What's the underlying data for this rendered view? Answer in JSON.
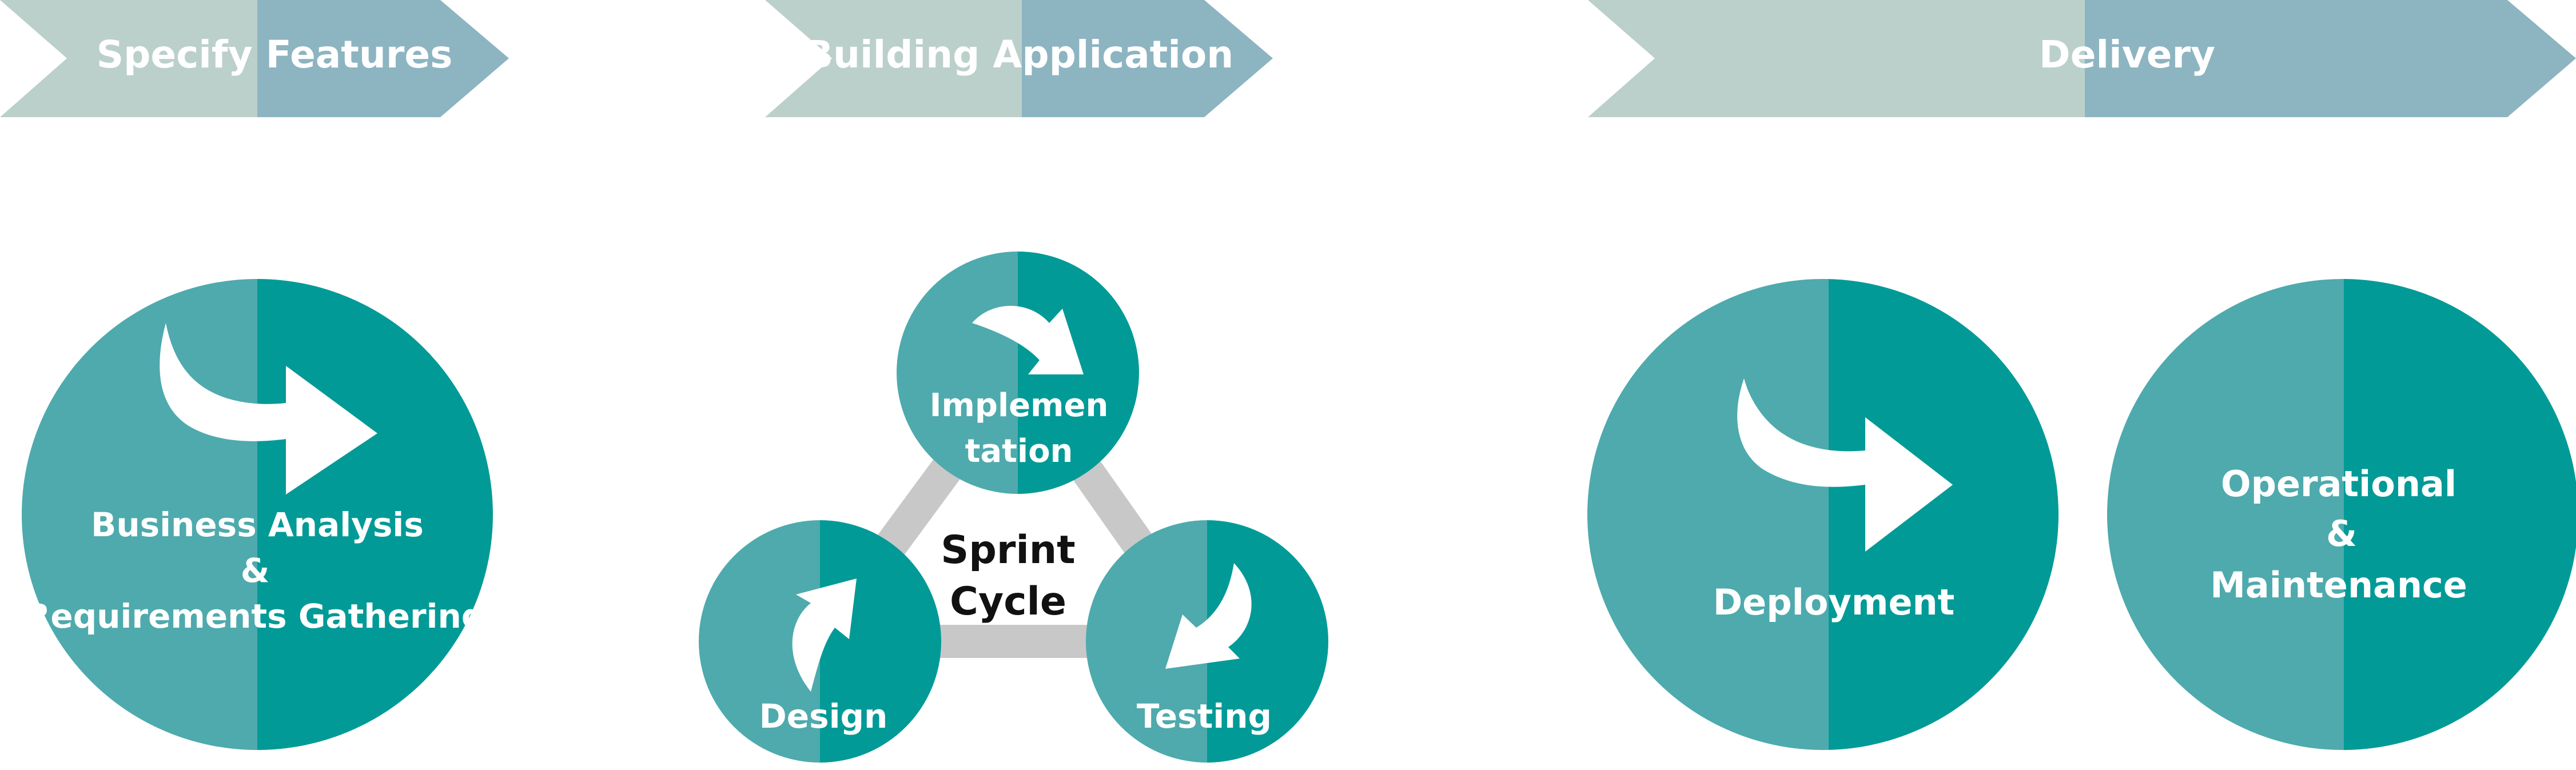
{
  "phases": [
    {
      "label": "Specify Features"
    },
    {
      "label": "Building Application"
    },
    {
      "label": "Delivery"
    }
  ],
  "specify": {
    "line1": "Business Analysis",
    "line2": "&",
    "line3": "Requirements Gathering"
  },
  "sprint": {
    "center_line1": "Sprint",
    "center_line2": "Cycle",
    "implementation_line1": "Implemen",
    "implementation_line2": "tation",
    "design": "Design",
    "testing": "Testing"
  },
  "delivery": {
    "deployment": "Deployment",
    "operational_line1": "Operational",
    "operational_line2": "&",
    "operational_line3": "Maintenance"
  },
  "colors": {
    "chevron_light": "#bcd0cb",
    "chevron_dark": "#8db4c1",
    "circle_light": "#4eaaad",
    "circle_dark": "#029a97",
    "ring_gray": "#c8c8c8",
    "text_white": "#ffffff",
    "text_dark": "#111111"
  }
}
